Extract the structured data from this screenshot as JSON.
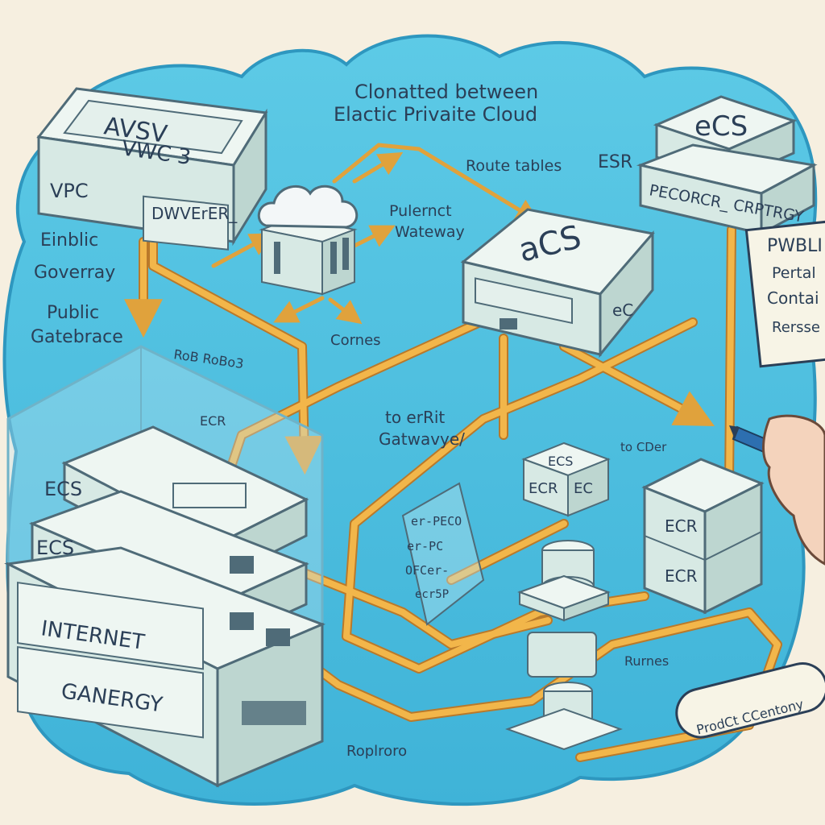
{
  "colors": {
    "paper": "#f6efe0",
    "cloud": "#52c1e0",
    "cloud_edge": "#2e97bf",
    "box_top": "#eef6f2",
    "box_side": "#cfe3de",
    "box_edge": "#4f6b78",
    "cable": "#f2b64a",
    "cable_edge": "#b9792a",
    "ink": "#2b3f57"
  },
  "labels": {
    "title_line1": "Clonatted between",
    "title_line2": "Elactic Privaite Cloud",
    "vpc_box_top": "AVSV",
    "vpc_box_top2": "VWC 3",
    "vpc_label": "VPC",
    "vpc_driver": "DWVErER_",
    "route_tables": "Route tables",
    "esr": "ESR",
    "ecs_top": "eCS",
    "ecs_recorer": "PECORCR_ CRPTRGY",
    "public_note_1": "PWBLI",
    "public_note_2": "Pertal",
    "public_note_3": "Contai",
    "public_note_4": "Rersse",
    "internet_gateway_1": "Pulernct",
    "internet_gateway_2": "Wateway",
    "acs_router": "aCS",
    "acs_port": "eC",
    "public_gateway_1": "Einblic",
    "public_gateway_2": "Goverray",
    "public_gatebrace_1": "Public",
    "public_gatebrace_2": "Gatebrace",
    "rob_label": "RoB RoBo3",
    "cornes": "Cornes",
    "ecr_small": "ECR",
    "to_gateway_1": "to erRit",
    "to_gateway_2": "Gatwavye/",
    "to_cder": "to CDer",
    "ecs_unit_1": "ECS",
    "ecs_unit_2": "ECS",
    "internet": "INTERNET",
    "ganergy": "GANERGY",
    "ecs_small_top": "ECS",
    "ecr_ec_1": "ECR",
    "ecr_ec_2": "EC",
    "transparent_label_1": "er-PECO",
    "transparent_label_2": "er-PC",
    "transparent_label_3": "OFCer-",
    "transparent_label_4": "ecr5P",
    "ecr_stack_1": "ECR",
    "ecr_stack_2": "ECR",
    "rurnes": "Rurnes",
    "roplroro": "Roplroro",
    "product_category": "ProdCt CCentony"
  }
}
